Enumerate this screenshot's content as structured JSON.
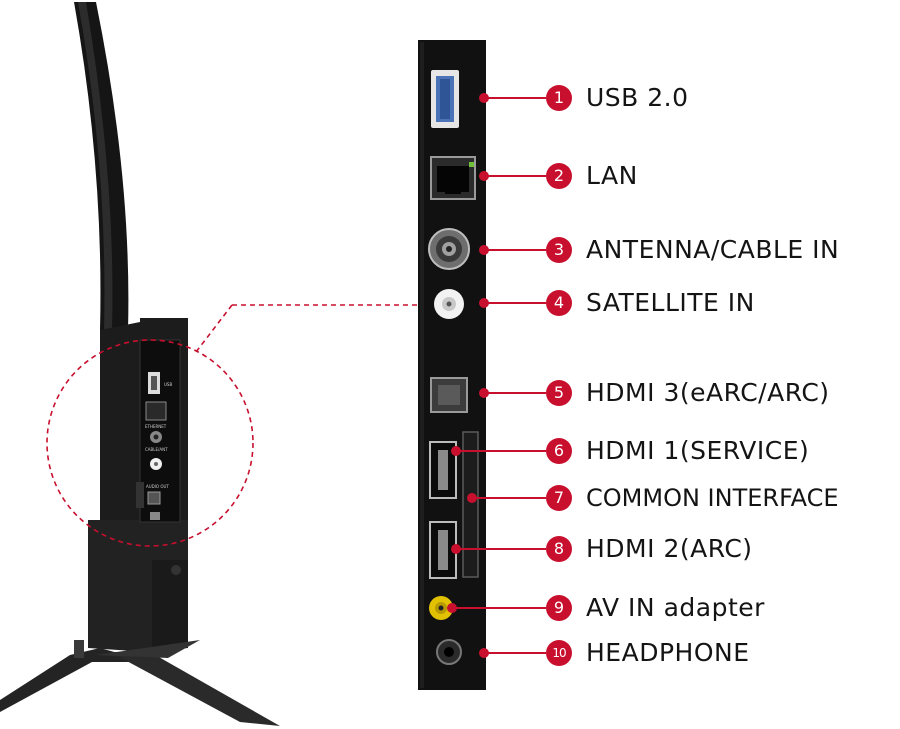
{
  "colors": {
    "accent": "#c8102e",
    "panel": "#111111",
    "tv_body": "#1a1a1a",
    "label_text": "#141414"
  },
  "tv_side_panel_texts": {
    "usb": "USB",
    "ethernet": "ETHERNET",
    "cable_ant": "CABLE/ANT",
    "audio_out": "AUDIO OUT"
  },
  "ports": [
    {
      "number": "1",
      "label": "USB 2.0",
      "icon": "usb-port-icon"
    },
    {
      "number": "2",
      "label": "LAN",
      "icon": "lan-port-icon"
    },
    {
      "number": "3",
      "label": "ANTENNA/CABLE IN",
      "icon": "antenna-port-icon"
    },
    {
      "number": "4",
      "label": "SATELLITE IN",
      "icon": "satellite-port-icon"
    },
    {
      "number": "5",
      "label": "HDMI 3(eARC/ARC)",
      "icon": "optical-port-icon"
    },
    {
      "number": "6",
      "label": "HDMI 1(SERVICE)",
      "icon": "hdmi-port-icon"
    },
    {
      "number": "7",
      "label": "COMMON INTERFACE",
      "icon": "ci-slot-icon"
    },
    {
      "number": "8",
      "label": "HDMI 2(ARC)",
      "icon": "hdmi-port-icon"
    },
    {
      "number": "9",
      "label": "AV IN adapter",
      "icon": "av-in-port-icon"
    },
    {
      "number": "10",
      "label": "HEADPHONE",
      "icon": "headphone-port-icon"
    }
  ]
}
